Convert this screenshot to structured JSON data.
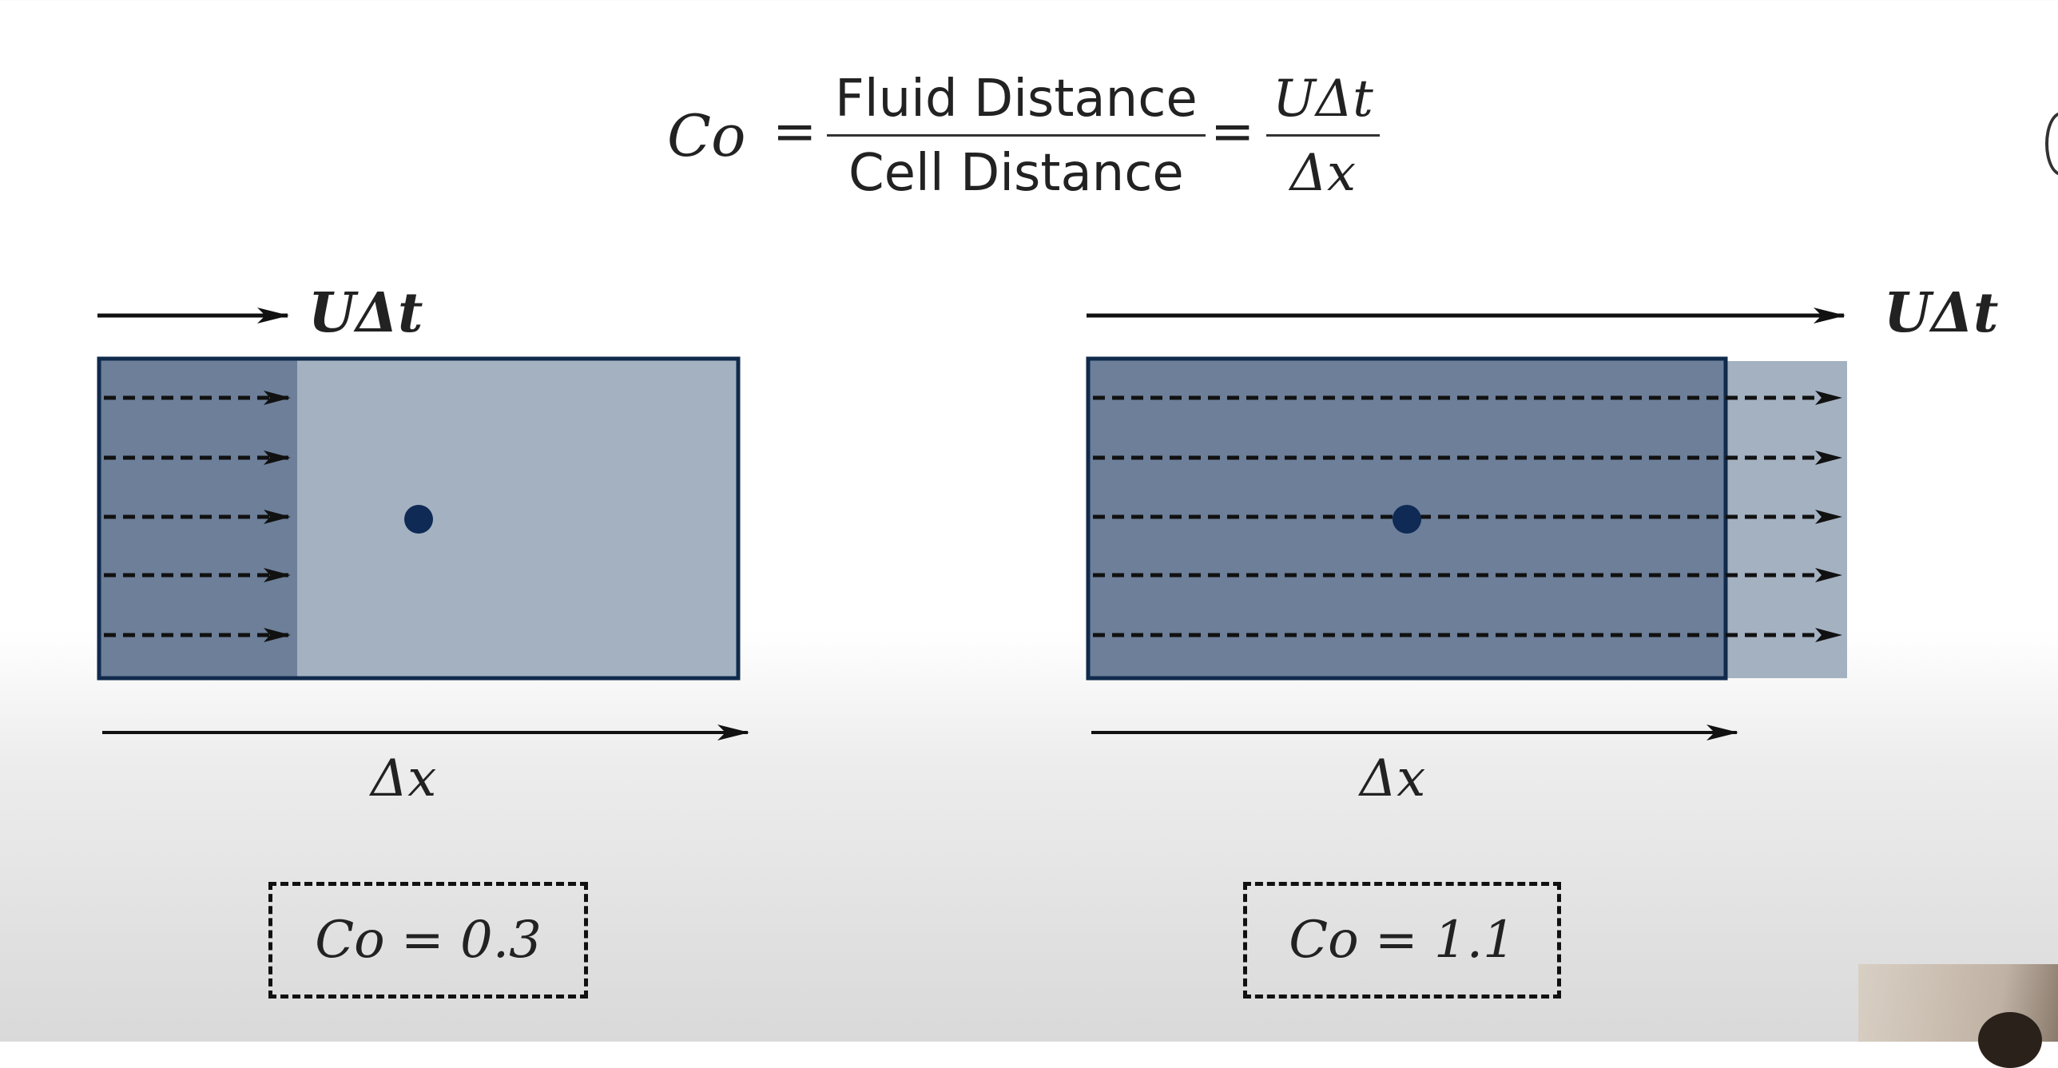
{
  "formula": {
    "lhs": "Co",
    "equals": "=",
    "frac1_numerator": "Fluid Distance",
    "frac1_denominator": "Cell Distance",
    "frac2_numerator": "UΔt",
    "frac2_denominator": "Δx"
  },
  "panels": [
    {
      "displacement_label": "UΔt",
      "cell_label": "Δx",
      "courant_label": "Co = 0.3",
      "courant_number": 0.3
    },
    {
      "displacement_label": "UΔt",
      "cell_label": "Δx",
      "courant_label": "Co = 1.1",
      "courant_number": 1.1
    }
  ],
  "colors": {
    "swept_fluid": "#6d7f99",
    "cell_fill": "#a4b1c1",
    "overshoot_fill": "#a4b1c1",
    "cell_border": "#102a4c",
    "cell_center": "#0e2a55",
    "arrow": "#111111"
  }
}
